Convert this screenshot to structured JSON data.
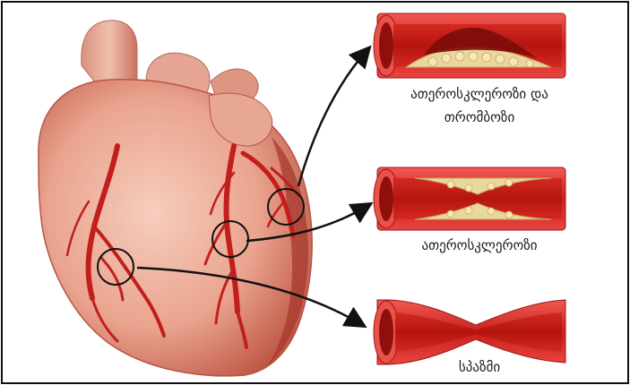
{
  "labels": {
    "plaque_thrombosis_line1": "ათეროსკლეროზი და",
    "plaque_thrombosis_line2": "თრომბოზი",
    "plaque": "ათეროსკლეროზი",
    "spasm": "სპაზმი"
  },
  "colors": {
    "heart_light": "#f2b9a6",
    "heart_mid": "#dd7f6b",
    "heart_dark": "#a8322a",
    "artery_red": "#c21f1c",
    "vessel_wall": "#e23a36",
    "plaque": "#e9d79c",
    "outline": "#111111"
  }
}
